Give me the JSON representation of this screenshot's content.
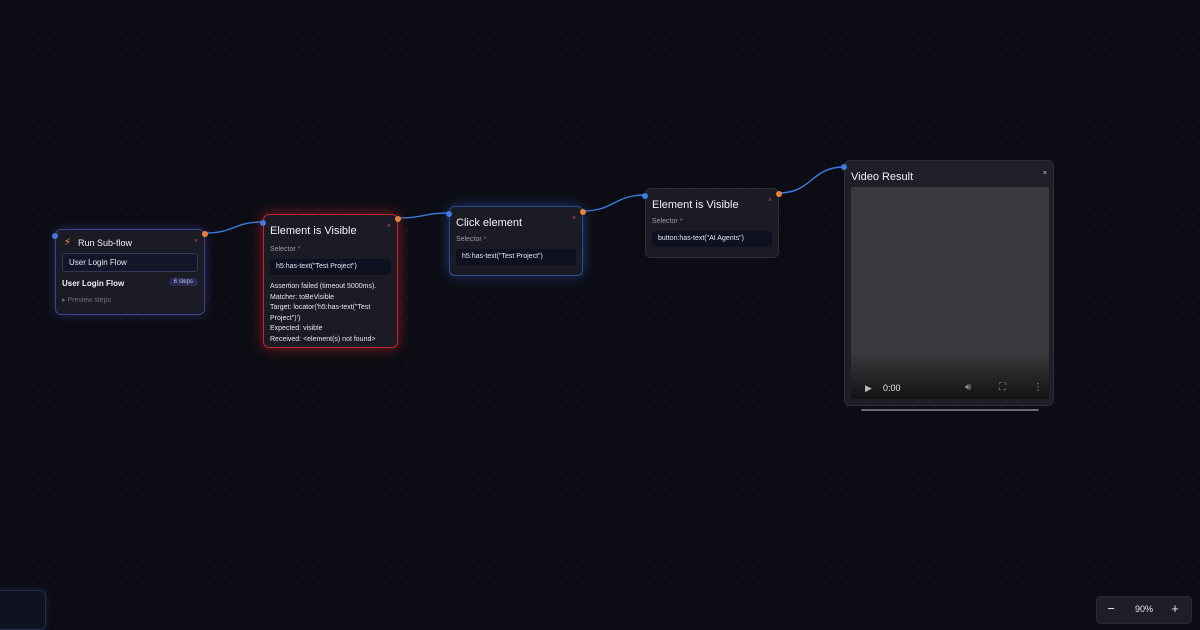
{
  "nodes": {
    "subflow": {
      "title": "Run Sub-flow",
      "close": "×",
      "input_value": "User Login Flow",
      "flow_name": "User Login Flow",
      "steps_badge": "6 steps",
      "preview_label": "▸ Preview steps"
    },
    "visible1": {
      "title": "Element is Visible",
      "close": "×",
      "selector_label": "Selector",
      "required_mark": "*",
      "selector_value": "h5:has-text(\"Test Project\")",
      "error_lines": [
        "Assertion failed (timeout 5000ms).",
        "Matcher: toBeVisible",
        "Target: locator('h5:has-text(\"Test",
        "Project\")')",
        "Expected: visible",
        "Received: <element(s) not found>"
      ]
    },
    "click": {
      "title": "Click element",
      "close": "×",
      "selector_label": "Selector",
      "required_mark": "*",
      "selector_value": "h5:has-text(\"Test Project\")"
    },
    "visible2": {
      "title": "Element is Visible",
      "close": "×",
      "selector_label": "Selector",
      "required_mark": "*",
      "selector_value": "button:has-text(\"AI Agents\")"
    },
    "video": {
      "title": "Video Result",
      "close": "×",
      "time": "0:00",
      "progress": 0
    }
  },
  "zoom": {
    "minus": "−",
    "level": "90%",
    "plus": "+"
  },
  "icons": {
    "subflow": "lightning-icon",
    "play": "play-icon",
    "volume": "volume-icon",
    "fullscreen": "fullscreen-icon",
    "menu": "more-vertical-icon"
  },
  "colors": {
    "background": "#0c0d14",
    "node_bg": "#1a1b24",
    "edge": "#3d7be0",
    "input_handle": "#3d7be0",
    "output_handle": "#e8823a",
    "error_border": "#c0262e",
    "active_border": "#2d4c8f",
    "lightning": "#f5a623"
  }
}
